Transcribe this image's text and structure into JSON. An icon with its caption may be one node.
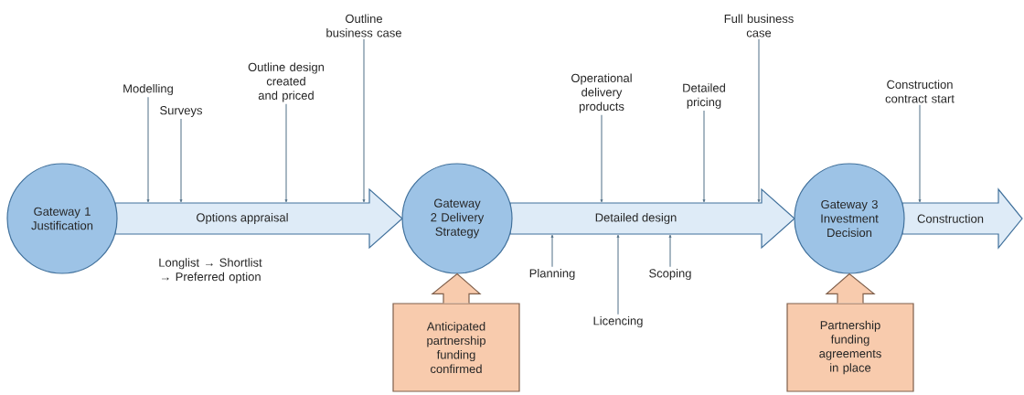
{
  "diagram": {
    "nodes": [
      {
        "text": [
          "Gateway 1 Justification"
        ]
      },
      {
        "text": [
          "Gateway 2 Delivery Strategy"
        ]
      },
      {
        "text": [
          "Gateway 3 Investment Decision"
        ]
      },
      {
        "text": [
          "Anticipated partnership funding confirmed"
        ]
      },
      {
        "text": [
          "Partnership funding agreements in place"
        ]
      },
      {
        "text": [
          "Modelling"
        ]
      },
      {
        "text": [
          "Surveys"
        ]
      },
      {
        "text": [
          "Outline design created and priced"
        ]
      },
      {
        "text": [
          "Outline business case"
        ]
      },
      {
        "text": [
          "Operational delivery products"
        ]
      },
      {
        "text": [
          "Detailed pricing"
        ]
      },
      {
        "text": [
          "Full business case"
        ]
      },
      {
        "text": [
          "Construction contract start"
        ]
      },
      {
        "text": [
          "Planning"
        ]
      },
      {
        "text": [
          "Licencing"
        ]
      },
      {
        "text": [
          "Scoping"
        ]
      }
    ],
    "edges": [
      {
        "from": 0,
        "to": 1,
        "arrow": "to",
        "style": "thick",
        "label": "Options appraisal"
      },
      {
        "from": 1,
        "to": 2,
        "arrow": "to",
        "style": "thick",
        "label": "Detailed design"
      },
      {
        "from": 2,
        "to": null,
        "arrow": "to",
        "style": "thick",
        "label": "Construction"
      },
      {
        "from": 3,
        "to": 1,
        "arrow": "to",
        "style": "thick"
      },
      {
        "from": 4,
        "to": 2,
        "arrow": "to",
        "style": "thick"
      },
      {
        "from": 5,
        "to": null,
        "arrow": "to"
      },
      {
        "from": 6,
        "to": null,
        "arrow": "to"
      },
      {
        "from": 7,
        "to": null,
        "arrow": "to"
      },
      {
        "from": 8,
        "to": null,
        "arrow": "to"
      },
      {
        "from": 9,
        "to": null,
        "arrow": "to"
      },
      {
        "from": 10,
        "to": null,
        "arrow": "to"
      },
      {
        "from": 11,
        "to": null,
        "arrow": "to"
      },
      {
        "from": 12,
        "to": null,
        "arrow": "to"
      },
      {
        "from": 13,
        "to": null,
        "arrow": "to"
      },
      {
        "from": 14,
        "to": null,
        "arrow": "to"
      },
      {
        "from": 15,
        "to": null,
        "arrow": "to"
      }
    ],
    "labels": [
      "Longlist → Shortlist → Preferred option"
    ]
  }
}
